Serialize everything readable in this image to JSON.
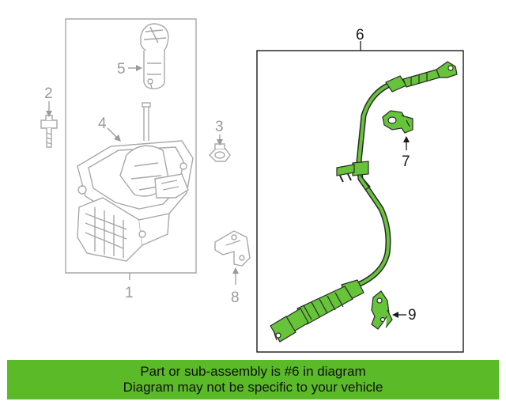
{
  "labels": {
    "part1": "1",
    "part2": "2",
    "part3": "3",
    "part4": "4",
    "part5": "5",
    "part6": "6",
    "part7": "7",
    "part8": "8",
    "part9": "9"
  },
  "banner": {
    "line1": "Part or sub-assembly is #6 in diagram",
    "line2": "Diagram may not be specific to your vehicle"
  },
  "colors": {
    "highlight": "#5aba28",
    "part_line": "#a8a8a8",
    "cable": "#66c33a",
    "cable_outline": "#2a2a2a"
  }
}
